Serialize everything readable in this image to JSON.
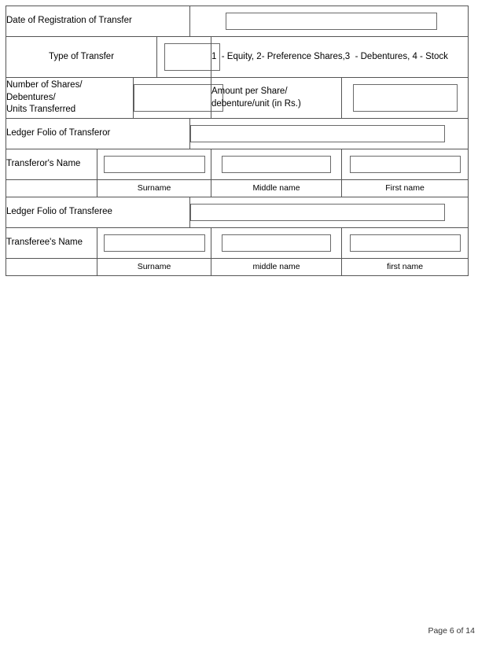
{
  "form": {
    "rows": {
      "date_of_registration": {
        "label": "Date of Registration of Transfer",
        "input_value": ""
      },
      "type_of_transfer": {
        "label": "Type of Transfer",
        "input_value": "",
        "description": "1  - Equity, 2- Preference Shares,3  - Debentures, 4 - Stock"
      },
      "number_of_shares": {
        "label": "Number of Shares/ Debentures/\nUnits Transferred",
        "input_value": ""
      },
      "amount_per_share": {
        "label": "Amount per Share/\ndebenture/unit (in Rs.)",
        "input_value": ""
      },
      "ledger_folio_transferor": {
        "label": "Ledger Folio of Transferor",
        "input_value": ""
      },
      "transferor_name": {
        "label": "Transferor's Name",
        "surname_value": "",
        "middle_value": "",
        "first_value": "",
        "sublabels": {
          "surname": "Surname",
          "middle": "Middle name",
          "first": "First name"
        }
      },
      "ledger_folio_transferee": {
        "label": "Ledger Folio of Transferee",
        "input_value": ""
      },
      "transferee_name": {
        "label": "Transferee's Name",
        "surname_value": "",
        "middle_value": "",
        "first_value": "",
        "sublabels": {
          "surname": "Surname",
          "middle": "middle name",
          "first": "first name"
        }
      }
    }
  },
  "footer": {
    "page_text": "Page 6 of 14"
  }
}
